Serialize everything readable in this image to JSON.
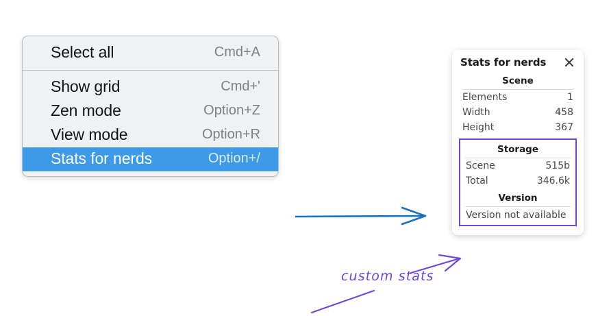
{
  "context_menu": {
    "groups": [
      {
        "items": [
          {
            "label": "Select all",
            "shortcut": "Cmd+A",
            "selected": false
          }
        ]
      },
      {
        "items": [
          {
            "label": "Show grid",
            "shortcut": "Cmd+'",
            "selected": false
          },
          {
            "label": "Zen mode",
            "shortcut": "Option+Z",
            "selected": false
          },
          {
            "label": "View mode",
            "shortcut": "Option+R",
            "selected": false
          },
          {
            "label": "Stats for nerds",
            "shortcut": "Option+/",
            "selected": true
          }
        ]
      }
    ],
    "highlight_color": "#3c9ae8"
  },
  "stats_panel": {
    "title": "Stats for nerds",
    "close_icon": "close-icon",
    "scene": {
      "heading": "Scene",
      "rows": [
        {
          "key": "Elements",
          "value": "1"
        },
        {
          "key": "Width",
          "value": "458"
        },
        {
          "key": "Height",
          "value": "367"
        }
      ]
    },
    "storage": {
      "heading": "Storage",
      "rows": [
        {
          "key": "Scene",
          "value": "515b"
        },
        {
          "key": "Total",
          "value": "346.6k"
        }
      ]
    },
    "version": {
      "heading": "Version",
      "text": "Version not available"
    },
    "highlight_border_color": "#7048d8"
  },
  "annotations": {
    "label": "custom stats",
    "label_color": "#6741d9",
    "blue_arrow_color": "#1971c2",
    "purple_stroke_color": "#7048d8"
  }
}
